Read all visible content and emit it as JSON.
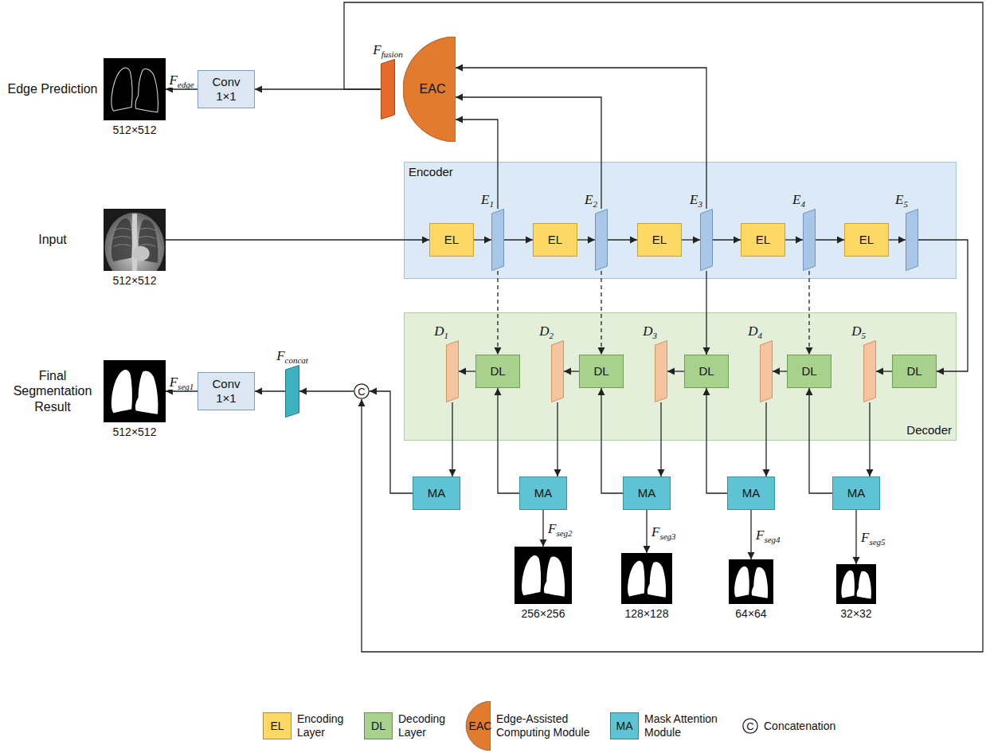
{
  "diagram": {
    "nodes": [
      {
        "text": [
          "512×512"
        ]
      },
      {
        "text": [
          "Conv 1×1"
        ]
      },
      {
        "text": [
          "Ffusion"
        ]
      },
      {
        "text": [
          "EAC"
        ]
      },
      {
        "text": [
          "512×512"
        ]
      },
      {
        "text": [
          "Encoder"
        ]
      },
      {
        "text": [
          "EL"
        ],
        "in": 5
      },
      {
        "text": [
          "E1"
        ],
        "in": 5
      },
      {
        "text": [
          "EL"
        ],
        "in": 5
      },
      {
        "text": [
          "E2"
        ],
        "in": 5
      },
      {
        "text": [
          "EL"
        ],
        "in": 5
      },
      {
        "text": [
          "E3"
        ],
        "in": 5
      },
      {
        "text": [
          "EL"
        ],
        "in": 5
      },
      {
        "text": [
          "E4"
        ],
        "in": 5
      },
      {
        "text": [
          "EL"
        ],
        "in": 5
      },
      {
        "text": [
          "E5"
        ],
        "in": 5
      },
      {
        "text": [
          "512×512"
        ]
      },
      {
        "text": [
          "Conv 1×1"
        ]
      },
      {
        "text": [
          "Fconcat"
        ]
      },
      {
        "text": [
          "C"
        ]
      },
      {
        "text": [
          "Decoder"
        ]
      },
      {
        "text": [
          "D1"
        ],
        "in": 20
      },
      {
        "text": [
          "DL"
        ],
        "in": 20
      },
      {
        "text": [
          "D2"
        ],
        "in": 20
      },
      {
        "text": [
          "DL"
        ],
        "in": 20
      },
      {
        "text": [
          "D3"
        ],
        "in": 20
      },
      {
        "text": [
          "DL"
        ],
        "in": 20
      },
      {
        "text": [
          "D4"
        ],
        "in": 20
      },
      {
        "text": [
          "DL"
        ],
        "in": 20
      },
      {
        "text": [
          "D5"
        ],
        "in": 20
      },
      {
        "text": [
          "DL"
        ],
        "in": 20
      },
      {
        "text": [
          "MA"
        ]
      },
      {
        "text": [
          "MA"
        ]
      },
      {
        "text": [
          "MA"
        ]
      },
      {
        "text": [
          "MA"
        ]
      },
      {
        "text": [
          "MA"
        ]
      },
      {
        "text": [
          "256×256"
        ]
      },
      {
        "text": [
          "128×128"
        ]
      },
      {
        "text": [
          "64×64"
        ]
      },
      {
        "text": [
          "32×32"
        ]
      }
    ],
    "edges": [
      {
        "from": 4,
        "to": 6,
        "arrow": "to"
      },
      {
        "from": 6,
        "to": 7,
        "arrow": "to"
      },
      {
        "from": 7,
        "to": 8,
        "arrow": "to"
      },
      {
        "from": 8,
        "to": 9,
        "arrow": "to"
      },
      {
        "from": 9,
        "to": 10,
        "arrow": "to"
      },
      {
        "from": 10,
        "to": 11,
        "arrow": "to"
      },
      {
        "from": 11,
        "to": 12,
        "arrow": "to"
      },
      {
        "from": 12,
        "to": 13,
        "arrow": "to"
      },
      {
        "from": 13,
        "to": 14,
        "arrow": "to"
      },
      {
        "from": 14,
        "to": 15,
        "arrow": "to"
      },
      {
        "from": 15,
        "to": 30,
        "arrow": "to"
      },
      {
        "from": 7,
        "to": 22,
        "arrow": "to"
      },
      {
        "from": 9,
        "to": 24,
        "arrow": "to"
      },
      {
        "from": 11,
        "to": 26,
        "arrow": "to"
      },
      {
        "from": 13,
        "to": 28,
        "arrow": "to"
      },
      {
        "from": 7,
        "to": 3,
        "arrow": "to"
      },
      {
        "from": 9,
        "to": 3,
        "arrow": "to"
      },
      {
        "from": 11,
        "to": 3,
        "arrow": "to"
      },
      {
        "from": 2,
        "to": 1,
        "arrow": "to"
      },
      {
        "from": 1,
        "to": 0,
        "label": "Fedge",
        "arrow": "to"
      },
      {
        "from": 2,
        "to": 19,
        "arrow": "to"
      },
      {
        "from": 30,
        "to": 29,
        "arrow": "to"
      },
      {
        "from": 28,
        "to": 27,
        "arrow": "to"
      },
      {
        "from": 26,
        "to": 25,
        "arrow": "to"
      },
      {
        "from": 24,
        "to": 23,
        "arrow": "to"
      },
      {
        "from": 22,
        "to": 21,
        "arrow": "to"
      },
      {
        "from": 21,
        "to": 31,
        "arrow": "to"
      },
      {
        "from": 23,
        "to": 32,
        "arrow": "to"
      },
      {
        "from": 25,
        "to": 33,
        "arrow": "to"
      },
      {
        "from": 27,
        "to": 34,
        "arrow": "to"
      },
      {
        "from": 29,
        "to": 35,
        "arrow": "to"
      },
      {
        "from": 32,
        "to": 22,
        "arrow": "to"
      },
      {
        "from": 33,
        "to": 24,
        "arrow": "to"
      },
      {
        "from": 34,
        "to": 26,
        "arrow": "to"
      },
      {
        "from": 35,
        "to": 28,
        "arrow": "to"
      },
      {
        "from": 31,
        "to": 19,
        "arrow": "to"
      },
      {
        "from": 19,
        "to": 18,
        "arrow": "to"
      },
      {
        "from": 18,
        "to": 17,
        "arrow": "to"
      },
      {
        "from": 17,
        "to": 16,
        "label": "Fseg1",
        "arrow": "to"
      },
      {
        "from": 32,
        "to": 36,
        "label": "Fseg2",
        "arrow": "to"
      },
      {
        "from": 33,
        "to": 37,
        "label": "Fseg3",
        "arrow": "to"
      },
      {
        "from": 34,
        "to": 38,
        "label": "Fseg4",
        "arrow": "to"
      },
      {
        "from": 35,
        "to": 39,
        "label": "Fseg5",
        "arrow": "to"
      }
    ],
    "labels": [
      "Edge Prediction",
      "Input",
      "Final Segmentation Result",
      "EL",
      "DL",
      "EAC",
      "MA",
      "C"
    ],
    "legend": [
      {
        "text": "Encoding Layer",
        "color": "#ffd966"
      },
      {
        "text": "Decoding Layer",
        "color": "#a9d18e"
      },
      {
        "text": "Edge-Assisted Computing Module",
        "color": "#e07b30"
      },
      {
        "text": "Mask Attention Module",
        "color": "#5ec4d4"
      },
      {
        "text": "Concatenation"
      }
    ]
  }
}
